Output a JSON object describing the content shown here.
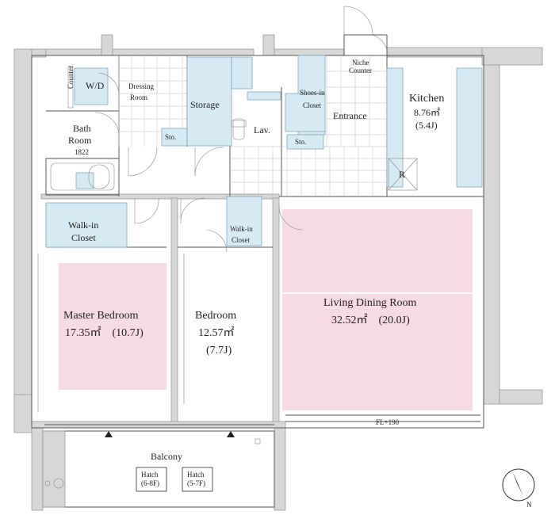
{
  "labels": {
    "counter_left": "Counter",
    "wd": "W/D",
    "dressing_room": "Dressing",
    "dressing_room_2": "Room",
    "storage": "Storage",
    "sto_left": "Sto.",
    "sto_right": "Sto.",
    "lav": "Lav.",
    "shoes_in_closet": "Shoes-in",
    "shoes_in_closet_2": "Closet",
    "niche_counter": "Niche",
    "niche_counter_2": "Counter",
    "entrance": "Entrance",
    "kitchen": "Kitchen",
    "kitchen_area": "8.76㎡",
    "kitchen_j": "(5.4J)",
    "refrigerator": "R",
    "bath_room": "Bath",
    "bath_room_2": "Room",
    "bath_size": "1822",
    "walkin_left": "Walk-in",
    "walkin_left_2": "Closet",
    "walkin_mid": "Walk-in",
    "walkin_mid_2": "Closet",
    "master_bedroom": "Master Bedroom",
    "master_bedroom_area": "17.35㎡　(10.7J)",
    "bedroom": "Bedroom",
    "bedroom_area": "12.57㎡",
    "bedroom_j": "(7.7J)",
    "living_dining": "Living Dining Room",
    "living_dining_area": "32.52㎡　(20.0J)",
    "floor_level": "FL+190",
    "balcony": "Balcony",
    "hatch_1": "Hatch",
    "hatch_1_floors": "(6-8F)",
    "hatch_2": "Hatch",
    "hatch_2_floors": "(5-7F)",
    "north": "N"
  },
  "colors": {
    "room_pink": "#f6dbe5",
    "fixture_blue": "#d6ebf3",
    "wall_gray": "#d7d7d7"
  }
}
